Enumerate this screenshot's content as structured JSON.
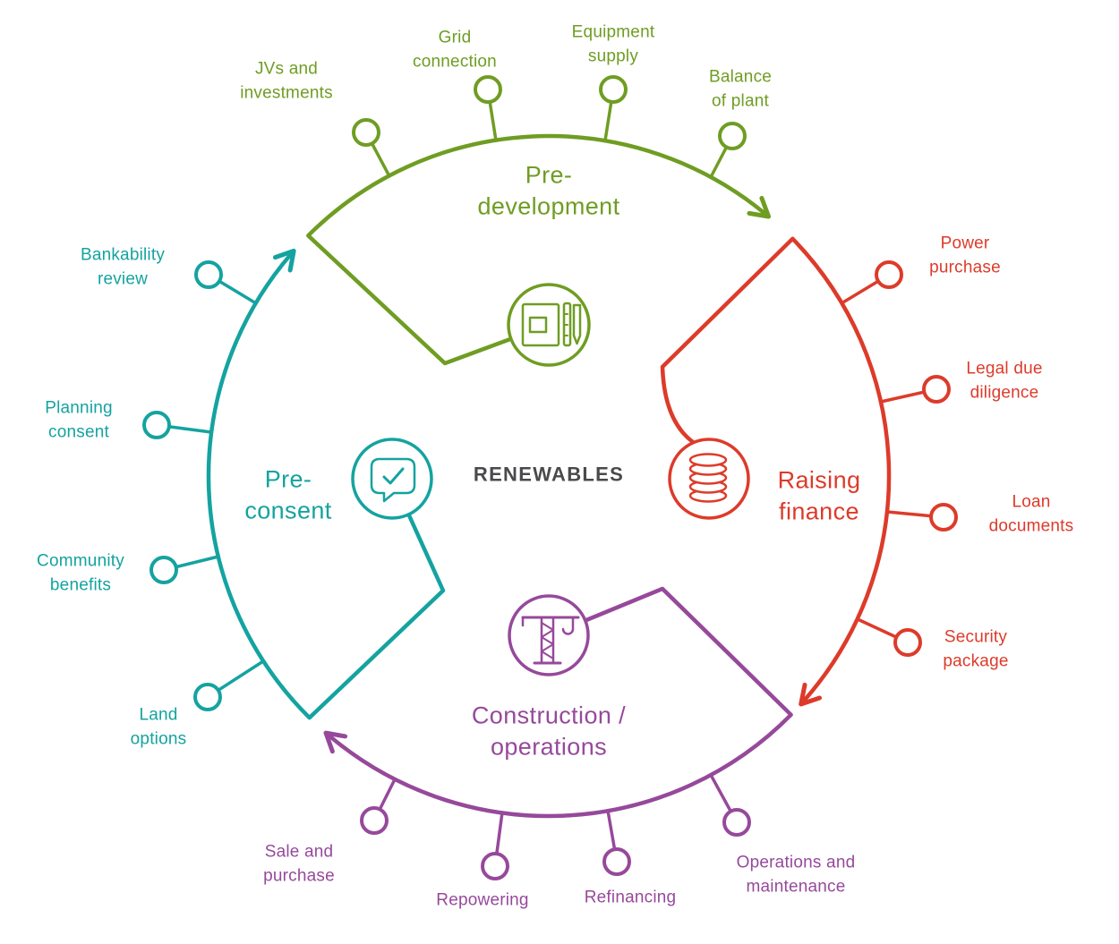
{
  "diagram_type": "circular-lifecycle",
  "center": {
    "label": "RENEWABLES",
    "color": "#4a4a4c"
  },
  "quadrants": {
    "pre_development": {
      "title": "Pre-\ndevelopment",
      "color": "#6f9d23",
      "icon": "blueprint-icon",
      "spokes": [
        "JVs and\ninvestments",
        "Grid\nconnection",
        "Equipment\nsupply",
        "Balance\nof plant"
      ]
    },
    "raising_finance": {
      "title": "Raising\nfinance",
      "color": "#dd3b2a",
      "icon": "coins-icon",
      "spokes": [
        "Power\npurchase",
        "Legal due\ndiligence",
        "Loan\ndocuments",
        "Security\npackage"
      ]
    },
    "construction_operations": {
      "title": "Construction /\noperations",
      "color": "#96499b",
      "icon": "crane-icon",
      "spokes": [
        "Sale and\npurchase",
        "Repowering",
        "Refinancing",
        "Operations and\nmaintenance"
      ]
    },
    "pre_consent": {
      "title": "Pre-\nconsent",
      "color": "#14a3a0",
      "icon": "approval-icon",
      "spokes": [
        "Bankability\nreview",
        "Planning\nconsent",
        "Community\nbenefits",
        "Land\noptions"
      ]
    }
  }
}
